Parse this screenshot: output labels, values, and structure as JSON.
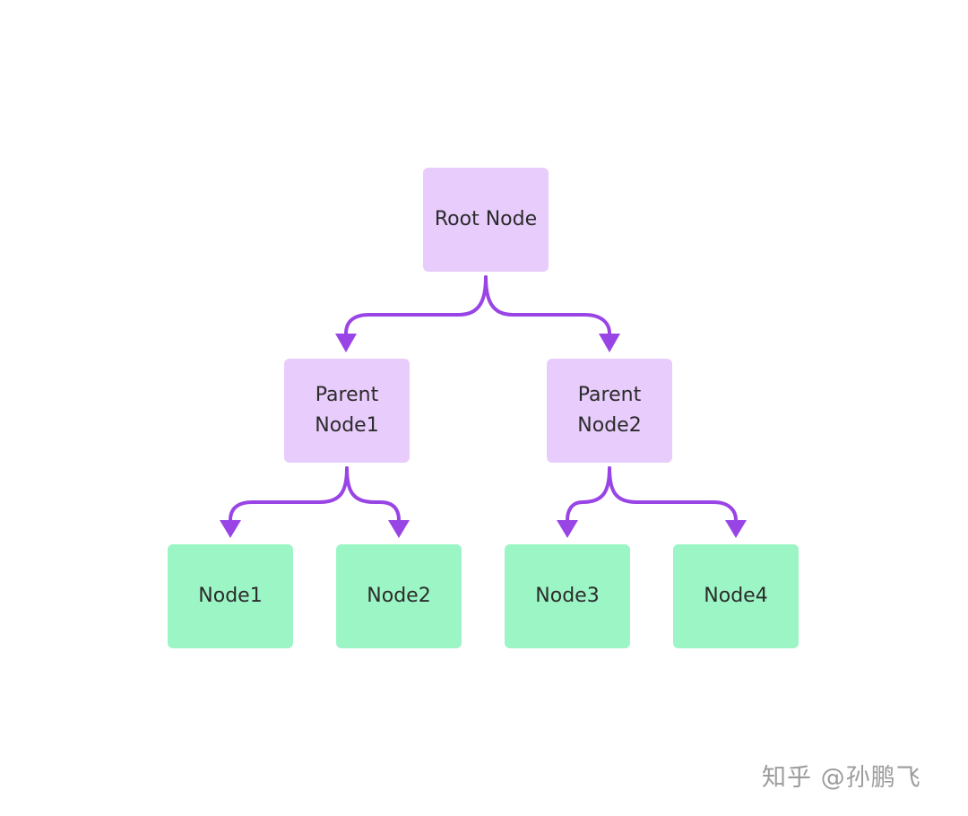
{
  "colors": {
    "internal_node": "#e8ccfb",
    "leaf_node": "#9cf5c5",
    "edge": "#9945e6",
    "text": "#2b2b2b",
    "watermark": "#9c9c9c"
  },
  "nodes": {
    "root": {
      "label": "Root Node"
    },
    "parent1": {
      "label": "Parent\nNode1"
    },
    "parent2": {
      "label": "Parent\nNode2"
    },
    "leaf1": {
      "label": "Node1"
    },
    "leaf2": {
      "label": "Node2"
    },
    "leaf3": {
      "label": "Node3"
    },
    "leaf4": {
      "label": "Node4"
    }
  },
  "edges": [
    {
      "from": "root",
      "to": "parent1"
    },
    {
      "from": "root",
      "to": "parent2"
    },
    {
      "from": "parent1",
      "to": "leaf1"
    },
    {
      "from": "parent1",
      "to": "leaf2"
    },
    {
      "from": "parent2",
      "to": "leaf3"
    },
    {
      "from": "parent2",
      "to": "leaf4"
    }
  ],
  "watermark": "知乎 @孙鹏飞"
}
